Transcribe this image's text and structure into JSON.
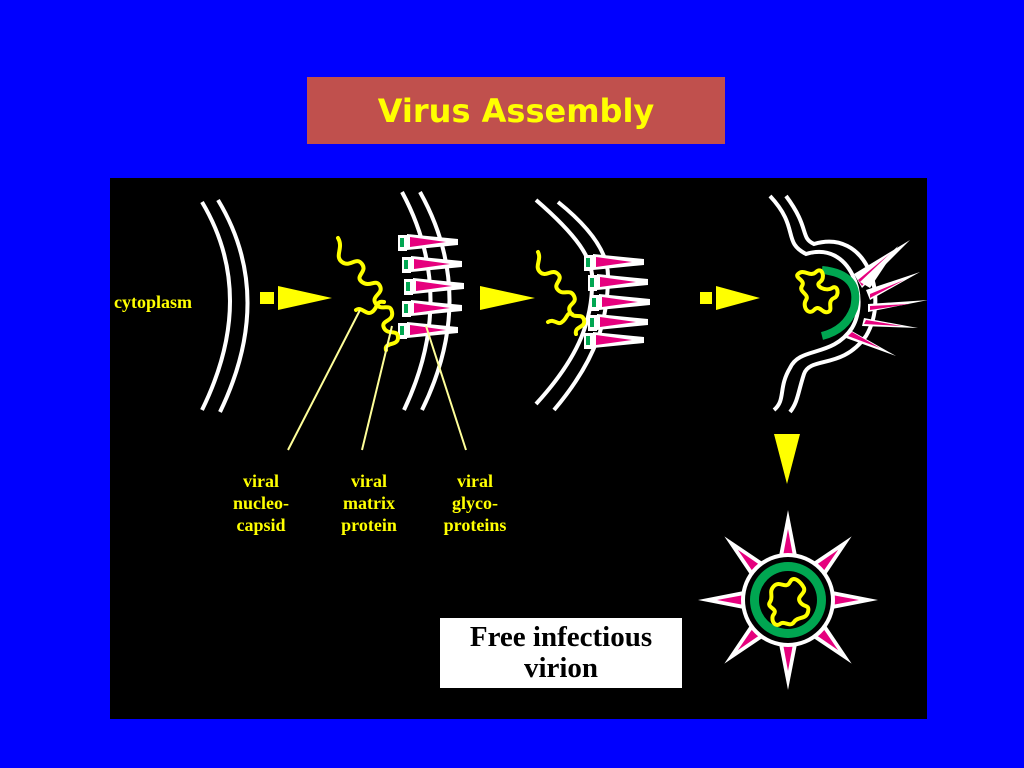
{
  "title": "Virus Assembly",
  "labels": {
    "cytoplasm": "cytoplasm",
    "nucleocapsid": [
      "viral",
      "nucleo-",
      "capsid"
    ],
    "matrix": [
      "viral",
      "matrix",
      "protein"
    ],
    "glyco": [
      "viral",
      "glyco-",
      "proteins"
    ]
  },
  "free_virion": [
    "Free infectious",
    "virion"
  ],
  "colors": {
    "background": "#0000ff",
    "title_box": "#c0504d",
    "title_text": "#ffff00",
    "panel": "#000000",
    "membrane": "#ffffff",
    "nucleic_acid": "#ffff00",
    "matrix_protein": "#00a651",
    "glycoprotein_spike": "#e6007e",
    "arrow": "#ffff00"
  }
}
